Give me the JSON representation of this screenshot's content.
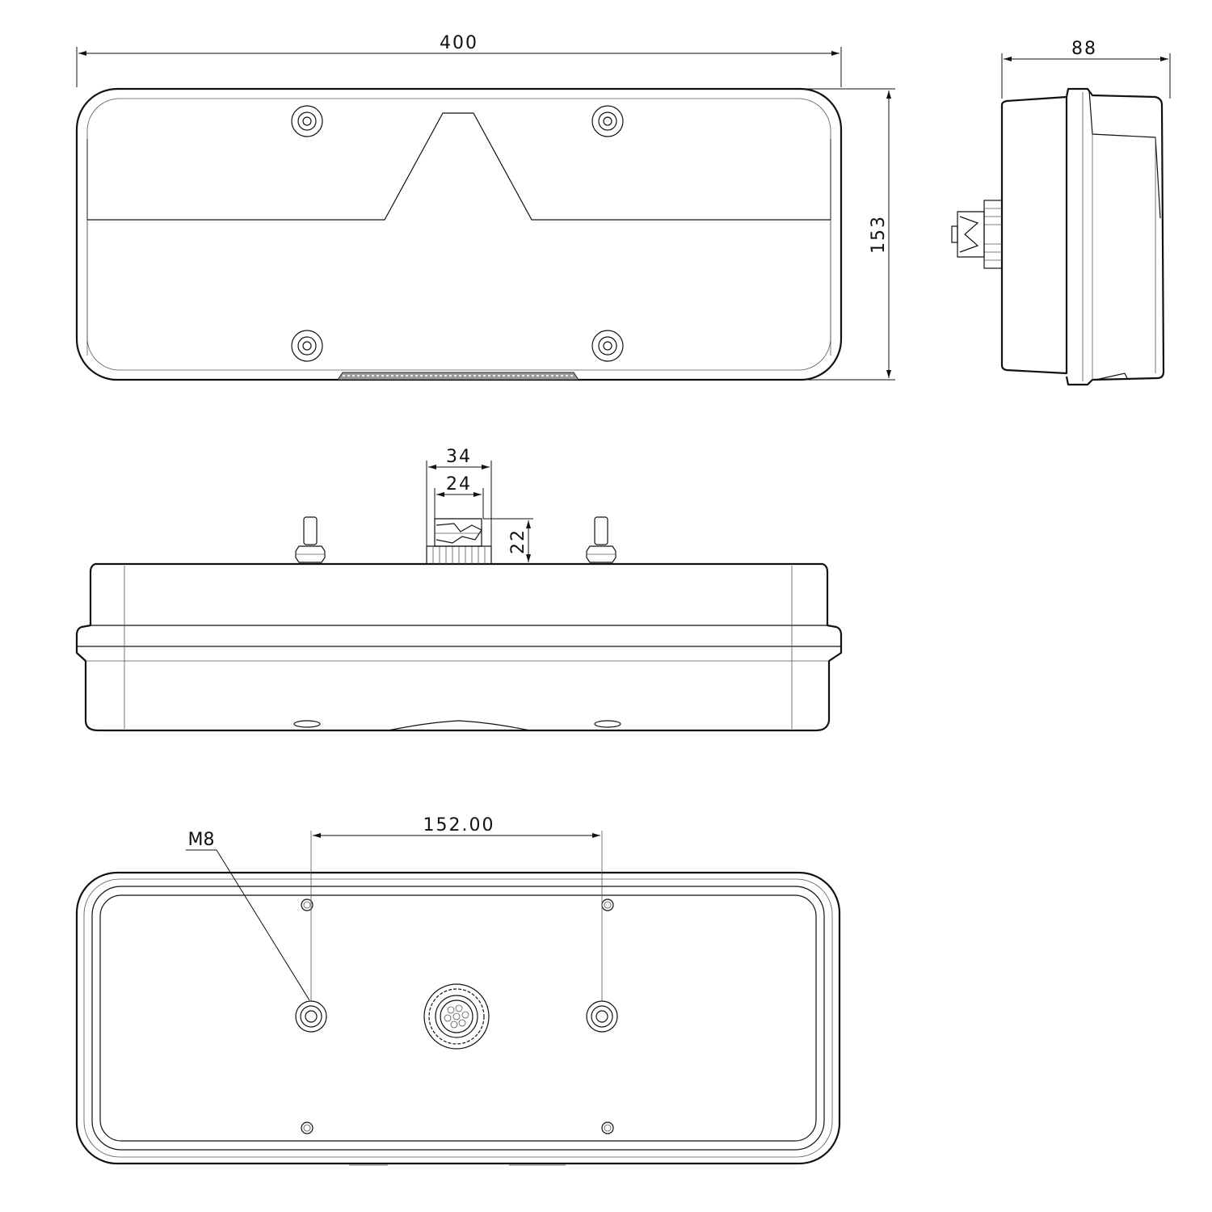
{
  "dimensions": {
    "front_width": "400",
    "front_height": "153",
    "side_depth": "88",
    "connector_outer": "34",
    "connector_inner": "24",
    "connector_height": "22",
    "bolt_spacing": "152.00",
    "bolt_thread": "M8"
  },
  "colors": {
    "line": "#111111",
    "background": "#ffffff",
    "reflector": "#9a9a9a"
  }
}
